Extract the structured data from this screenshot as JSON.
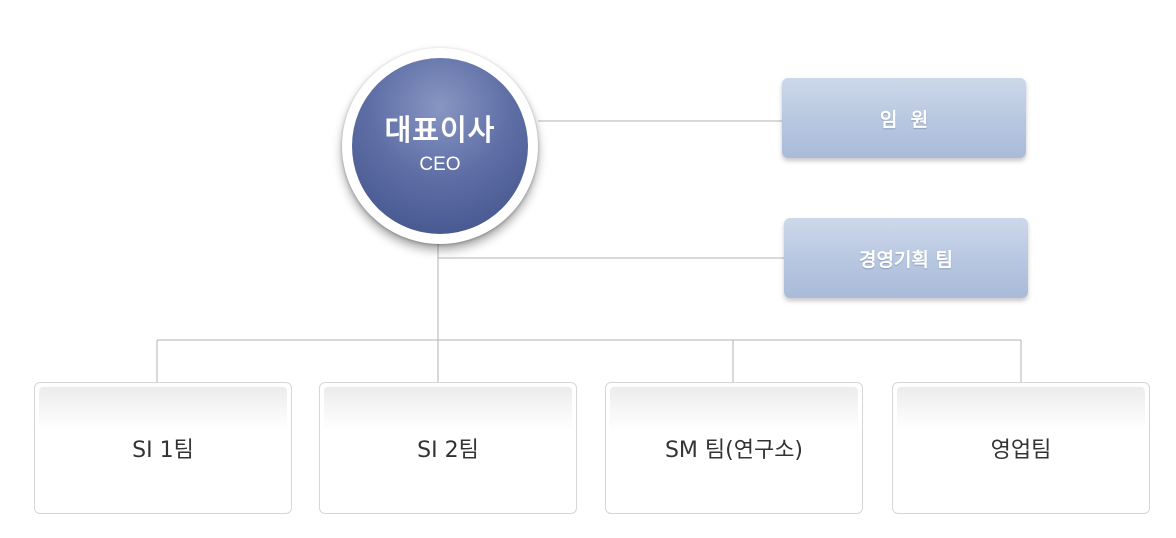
{
  "org_chart": {
    "ceo": {
      "title": "대표이사",
      "subtitle": "CEO"
    },
    "side_units": [
      {
        "label": "임  원"
      },
      {
        "label": "경영기획 팀"
      }
    ],
    "teams": [
      {
        "label": "SI 1팀"
      },
      {
        "label": "SI 2팀"
      },
      {
        "label": "SM 팀(연구소)"
      },
      {
        "label": "영업팀"
      }
    ]
  },
  "colors": {
    "ceo_fill": "#5f6fa6",
    "side_box_fill": "#b9c8e1",
    "connector": "#b3b3b3",
    "team_text": "#333333"
  }
}
